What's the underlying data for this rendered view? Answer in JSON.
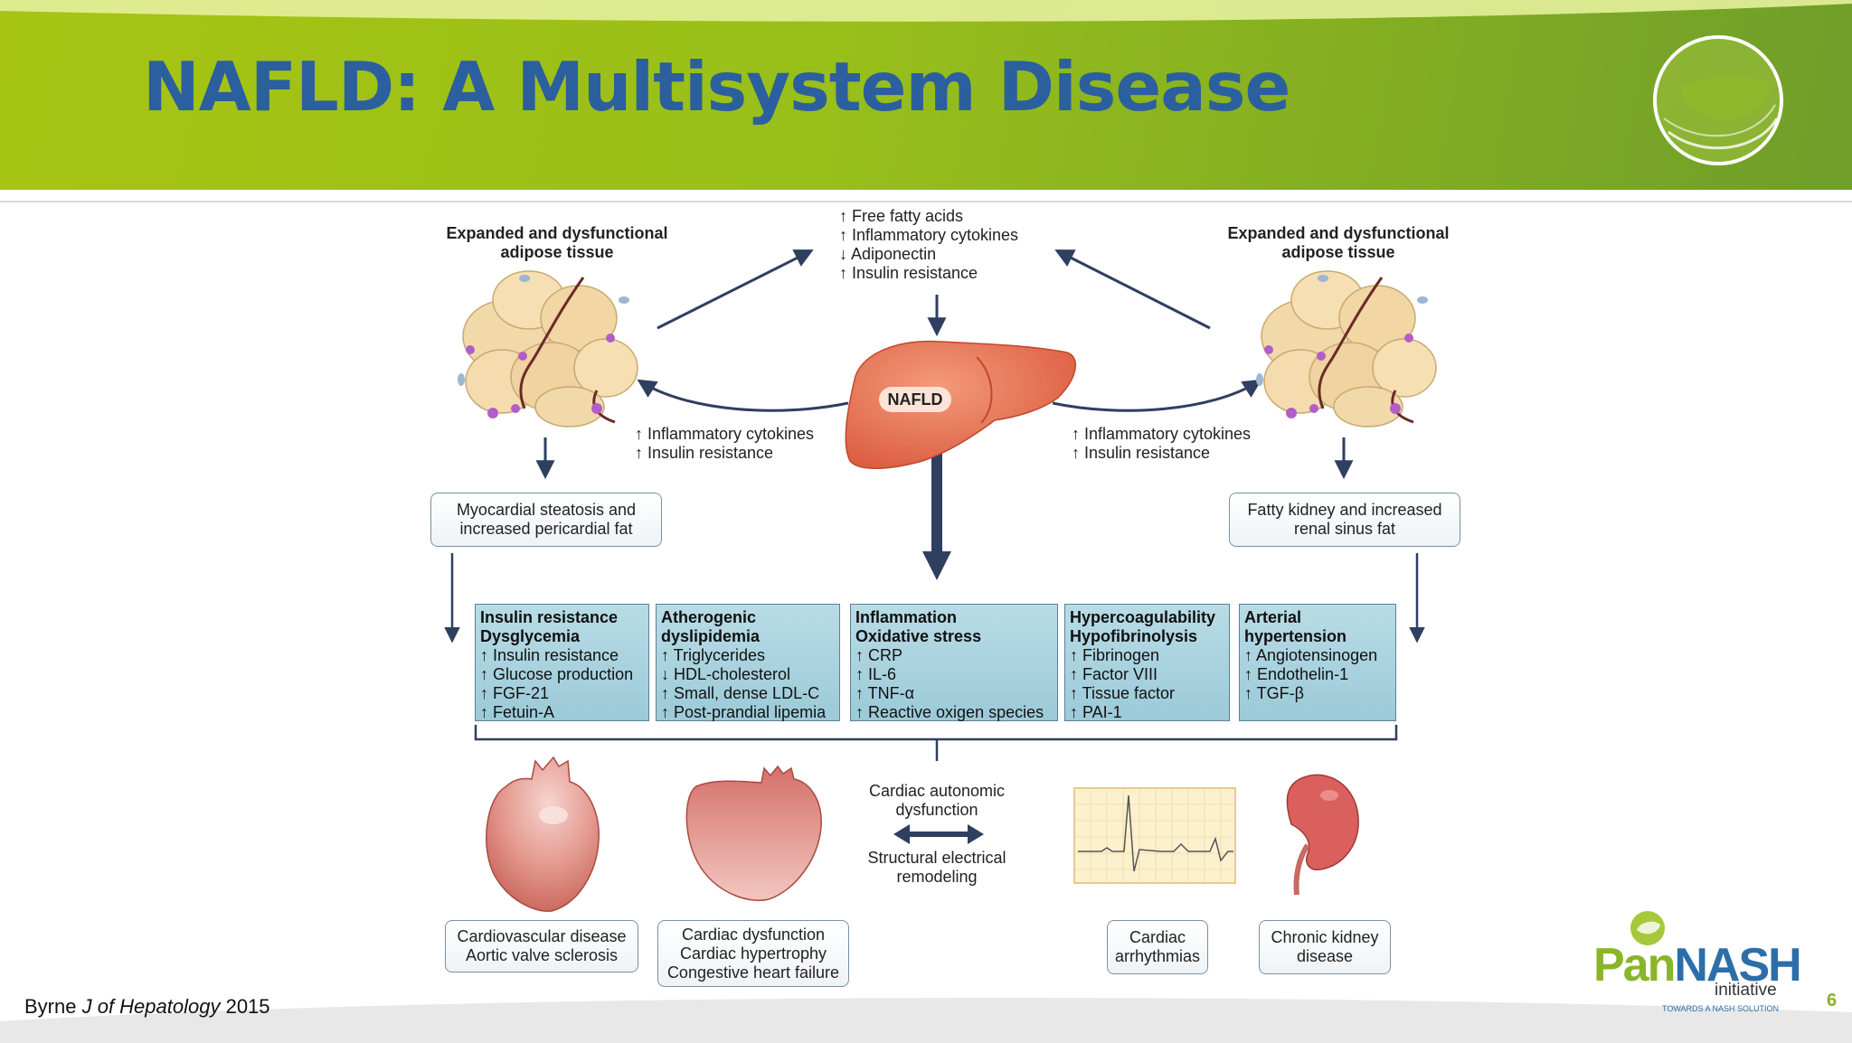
{
  "slide": {
    "title": "NAFLD: A Multisystem Disease",
    "citation_author": "Byrne ",
    "citation_journal": "J of Hepatology",
    "citation_year": " 2015",
    "page_number": "6",
    "logo_brand_pan": "Pan",
    "logo_brand_nash": "NASH",
    "logo_initiative": "initiative",
    "logo_tagline": "TOWARDS A NASH SOLUTION"
  },
  "diagram": {
    "adipose_left_label": [
      "Expanded and dysfunctional",
      "adipose tissue"
    ],
    "adipose_right_label": [
      "Expanded and dysfunctional",
      "adipose tissue"
    ],
    "top_center_list": [
      "↑ Free fatty acids",
      "↑ Inflammatory cytokines",
      "↓ Adiponectin",
      "↑ Insulin resistance"
    ],
    "liver_label": "NAFLD",
    "left_mid_list": [
      "↑ Inflammatory cytokines",
      "↑ Insulin resistance"
    ],
    "right_mid_list": [
      "↑ Inflammatory cytokines",
      "↑ Insulin resistance"
    ],
    "left_box": [
      "Myocardial steatosis and",
      "increased pericardial fat"
    ],
    "right_box": [
      "Fatty kidney and increased",
      "renal sinus fat"
    ],
    "mechanisms": [
      {
        "headers": [
          "Insulin resistance",
          "Dysglycemia"
        ],
        "items": [
          "↑ Insulin resistance",
          "↑ Glucose production",
          "↑ FGF-21",
          "↑ Fetuin-A"
        ]
      },
      {
        "headers": [
          "Atherogenic",
          "dyslipidemia"
        ],
        "items": [
          "↑ Triglycerides",
          "↓ HDL-cholesterol",
          "↑ Small, dense LDL-C",
          "↑ Post-prandial lipemia"
        ]
      },
      {
        "headers": [
          "Inflammation",
          "Oxidative stress"
        ],
        "items": [
          "↑ CRP",
          "↑ IL-6",
          "↑ TNF-α",
          "↑ Reactive oxigen species"
        ]
      },
      {
        "headers": [
          "Hypercoagulability",
          "Hypofibrinolysis"
        ],
        "items": [
          "↑ Fibrinogen",
          "↑ Factor VIII",
          "↑ Tissue factor",
          "↑ PAI-1"
        ]
      },
      {
        "headers": [
          "Arterial",
          "hypertension"
        ],
        "items": [
          "↑ Angiotensinogen",
          "↑ Endothelin-1",
          "↑ TGF-β"
        ]
      }
    ],
    "center_top_text": [
      "Cardiac autonomic",
      "dysfunction"
    ],
    "center_bottom_text": [
      "Structural electrical",
      "remodeling"
    ],
    "outcomes": [
      [
        "Cardiovascular disease",
        "Aortic valve sclerosis"
      ],
      [
        "Cardiac dysfunction",
        "Cardiac hypertrophy",
        "Congestive heart failure"
      ],
      [
        "Cardiac",
        "arrhythmias"
      ],
      [
        "Chronic kidney",
        "disease"
      ]
    ],
    "colors": {
      "banner_green": "#9bbf1a",
      "title_blue": "#2c5f9e",
      "arrow_navy": "#2f3f60",
      "mechanism_fill": "#a8d4e0",
      "liver": "#e0664a",
      "adipose": "#f2d9aa"
    }
  }
}
